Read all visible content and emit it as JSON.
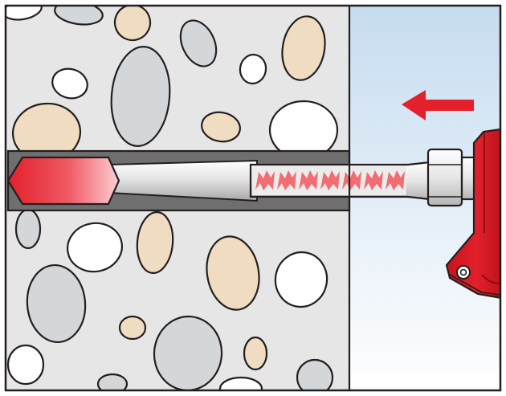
{
  "diagram": {
    "kind": "illustration",
    "colors": {
      "frame": "#231f20",
      "concrete": "#e6e6e6",
      "air_top": "#c6dcf0",
      "air_bottom": "#ffffff",
      "stone_grey": "#d4d7da",
      "stone_tan": "#f0dcc1",
      "stone_white": "#ffffff",
      "borehole": "#6f6f6f",
      "mortar_light": "#f2f2f2",
      "mortar_dark": "#bdbdbd",
      "accent_red": "#e3202b",
      "accent_pink": "#f26d73",
      "nozzle_grey": "#d8d8d8"
    },
    "elements": {
      "wall": {
        "material": "concrete"
      },
      "borehole": {
        "state": "partially-filled"
      },
      "mixer_nozzle": {
        "pattern": "mixing-element"
      },
      "dispenser": {
        "color_key": "accent_red"
      },
      "arrow": {
        "direction": "left",
        "color_key": "accent_red"
      }
    }
  }
}
